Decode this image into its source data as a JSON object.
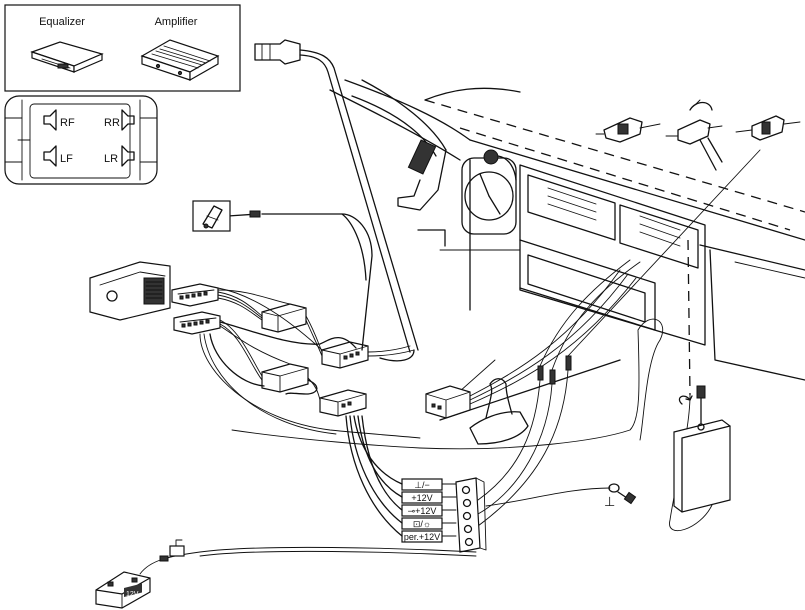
{
  "components": {
    "equalizer": "Equalizer",
    "amplifier": "Amplifier"
  },
  "speakers": {
    "rf": "RF",
    "rr": "RR",
    "lf": "LF",
    "lr": "LR"
  },
  "terminal_labels": [
    "⊥/−",
    "+12V",
    "⊸+12V",
    "⊡/☼",
    "per.+12V"
  ],
  "ground_symbol": "⊥",
  "battery_label": "12V"
}
